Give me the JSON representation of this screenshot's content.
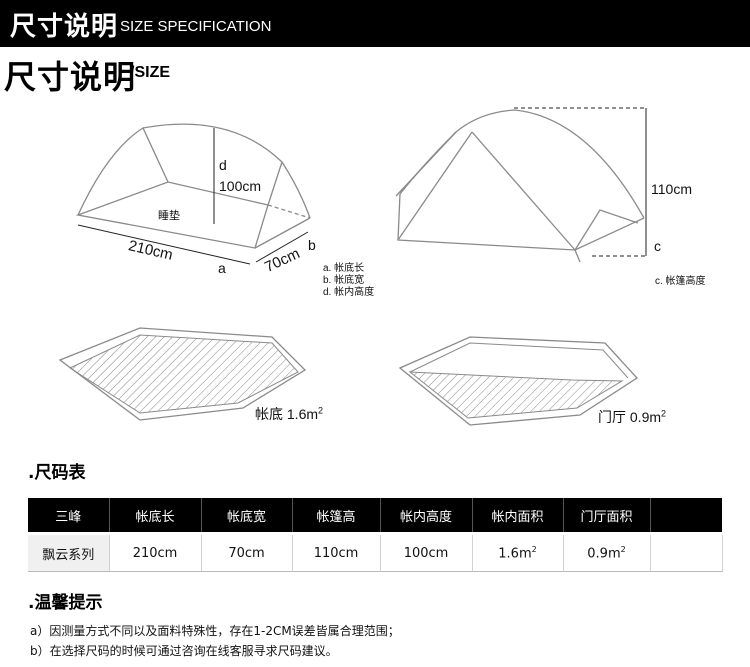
{
  "banner": {
    "title_cn": "尺寸说明",
    "title_en": "SIZE SPECIFICATION"
  },
  "heading": {
    "cn": "尺寸说明",
    "en": "/SIZE"
  },
  "diagram1": {
    "height_letter": "d",
    "height_value": "100cm",
    "pad_label": "睡垫",
    "length_value": "210cm",
    "length_letter": "a",
    "width_value": "70cm",
    "width_letter": "b",
    "legend": [
      "a. 帐底长",
      "b. 帐底宽",
      "d. 帐内高度"
    ]
  },
  "diagram2": {
    "height_value": "110cm",
    "height_letter": "c",
    "legend": "c. 帐篷高度"
  },
  "area1": {
    "text": "帐底 1.6m",
    "sup": "2"
  },
  "area2": {
    "text": "门厅 0.9m",
    "sup": "2"
  },
  "size_table": {
    "title": ".尺码表",
    "headers": [
      "三峰",
      "帐底长",
      "帐底宽",
      "帐篷高",
      "帐内高度",
      "帐内面积",
      "门厅面积",
      ""
    ],
    "row": {
      "name": "飘云系列",
      "length": "210cm",
      "width": "70cm",
      "tent_height": "110cm",
      "inner_height": "100cm",
      "inner_area": "1.6m",
      "inner_area_sup": "2",
      "vestibule_area": "0.9m",
      "vestibule_area_sup": "2",
      "extra": ""
    }
  },
  "tips": {
    "title": ".温馨提示",
    "items": [
      "a）因测量方式不同以及面料特殊性，存在1-2CM误差皆属合理范围；",
      "b）在选择尺码的时候可通过咨询在线客服寻求尺码建议。"
    ]
  }
}
